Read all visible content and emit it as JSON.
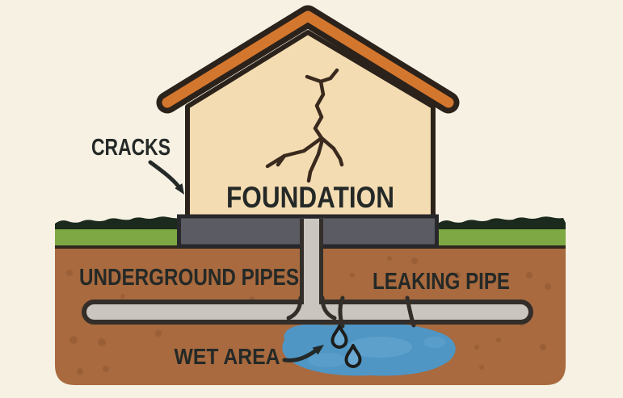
{
  "diagram": {
    "type": "illustration",
    "subject": "House foundation damage caused by a leaking underground pipe",
    "labels": {
      "cracks": "CRACKS",
      "foundation": "FOUNDATION",
      "underground_pipes": "UNDERGROUND PIPES",
      "leaking_pipe": "LEAKING PIPE",
      "wet_area": "WET AREA"
    },
    "icons": [
      "house-roof-icon",
      "crack-icon",
      "curved-arrow-icon",
      "pipe-icon",
      "water-drop-icon",
      "puddle-icon"
    ],
    "colors": {
      "background": "#f6f1e3",
      "outline": "#2b221b",
      "roof": "#d4772e",
      "wall": "#f4dcb2",
      "crack": "#3a2a1e",
      "text": "#242927",
      "grass": "#7ea843",
      "grass_edge": "#1b2a1c",
      "soil": "#a86a3e",
      "soil_speckle": "#8d5631",
      "soil_line": "#30271d",
      "footing": "#5b5b63",
      "footing_outline": "#28282c",
      "pipe": "#cbc5bf",
      "pipe_outline": "#332e29",
      "water": "#4f96c5",
      "water_light": "#6aa9d2",
      "droplet_outline": "#1d1d1b"
    }
  }
}
